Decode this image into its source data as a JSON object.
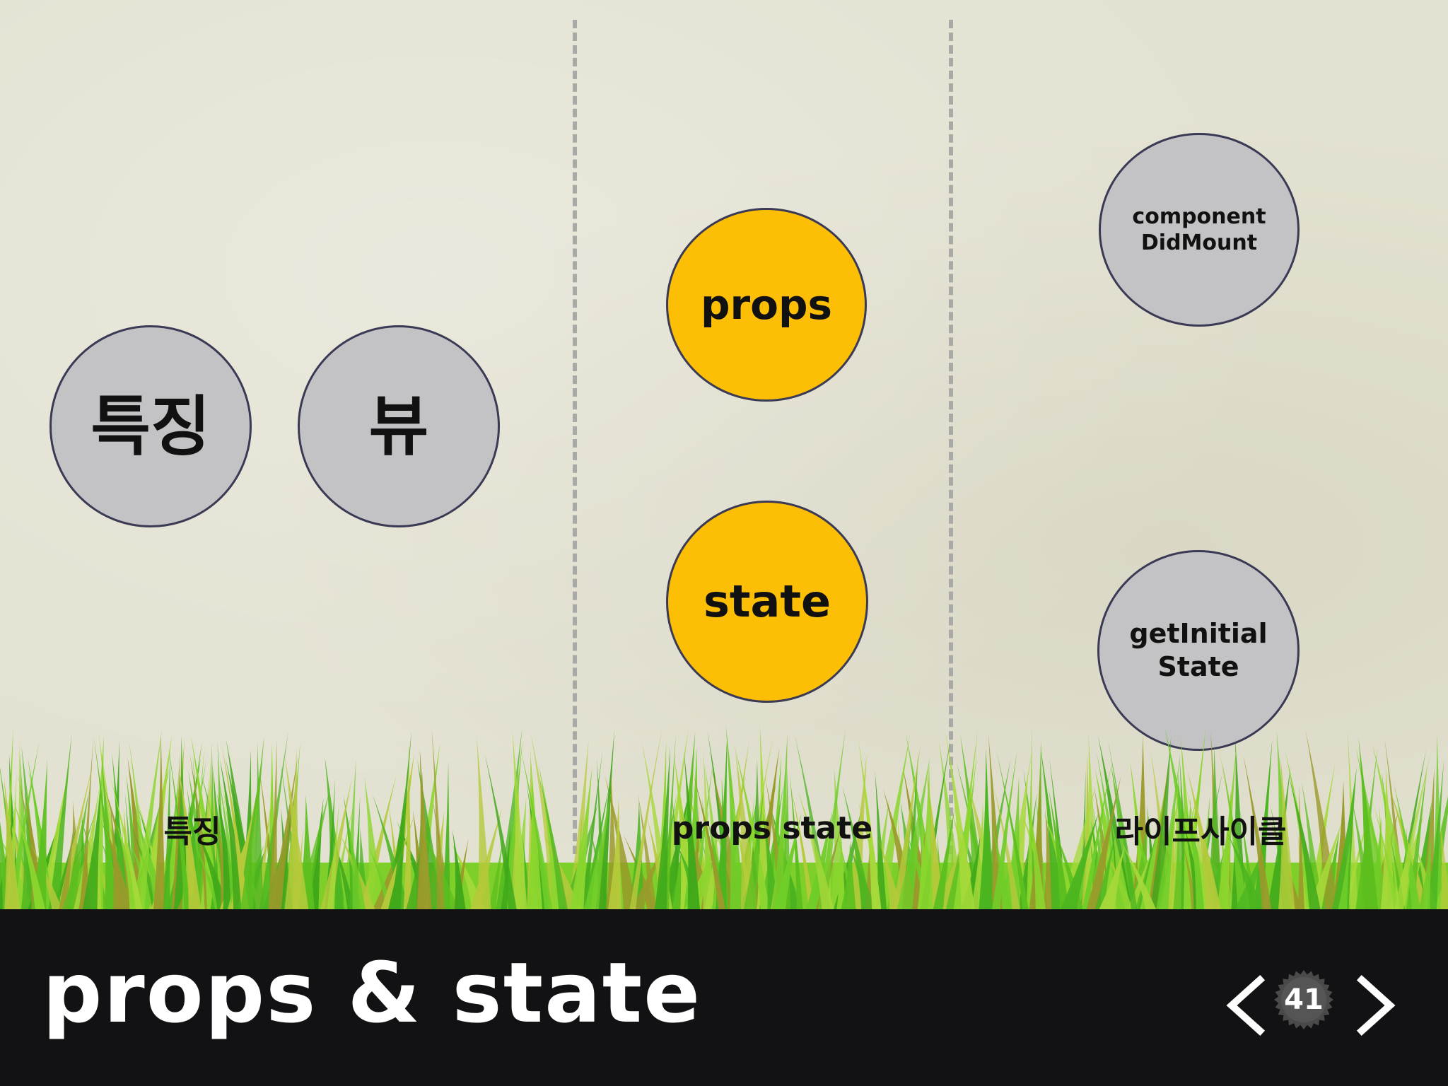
{
  "slide": {
    "title": "props & state",
    "page_number": "41"
  },
  "columns": [
    {
      "label": "특징",
      "bubbles": [
        {
          "text": "특징",
          "color": "#c3c3c6"
        },
        {
          "text": "뷰",
          "color": "#c3c3c6"
        }
      ]
    },
    {
      "label": "props state",
      "bubbles": [
        {
          "text": "props",
          "color": "#fcbf05"
        },
        {
          "text": "state",
          "color": "#fcbf05"
        }
      ]
    },
    {
      "label": "라이프사이클",
      "bubbles": [
        {
          "text": "component\nDidMount",
          "color": "#c3c3c6"
        },
        {
          "text": "getInitial\nState",
          "color": "#c3c3c6"
        }
      ]
    }
  ],
  "nav": {
    "prev_icon": "chevron-left-icon",
    "next_icon": "chevron-right-icon",
    "badge_icon": "starburst-badge-icon"
  },
  "colors": {
    "background": "#e3e1d1",
    "bar": "#121214",
    "accent": "#fcbf05",
    "bubble_gray": "#c3c3c6"
  }
}
